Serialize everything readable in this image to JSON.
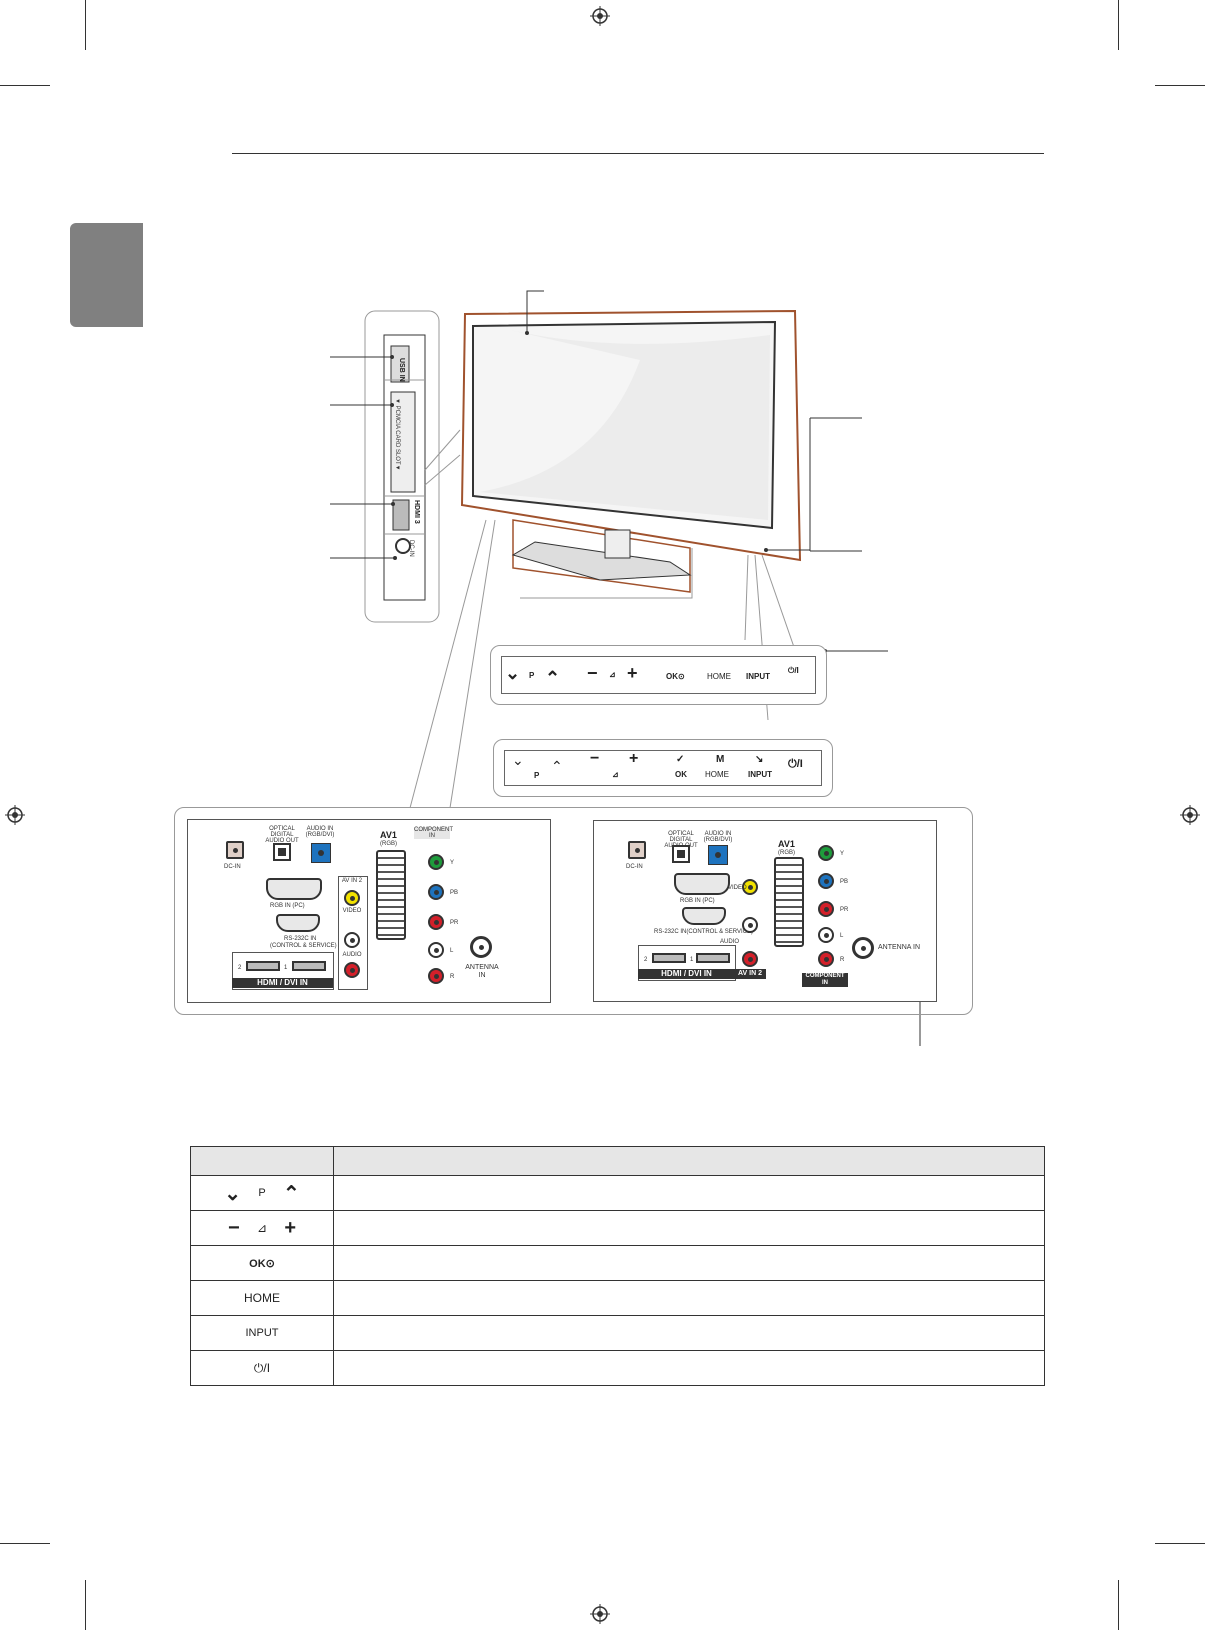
{
  "side_panel": {
    "usb_label": "USB IN",
    "pcmcia_label": "▼ PCMCIA CARD SLOT▼",
    "hdmi_label": "HDMI 3",
    "dcin_label": "DC-IN"
  },
  "button_panel_a": {
    "p_label": "P",
    "ok_label": "OK⊙",
    "home_label": "HOME",
    "input_label": "INPUT",
    "power_label": "⏻/I"
  },
  "button_panel_b": {
    "p_label": "P",
    "ok_label": "OK",
    "home_label": "HOME",
    "input_label": "INPUT",
    "power_label": "⏻/I"
  },
  "rear_left": {
    "dcin": "DC-IN",
    "optical": "OPTICAL DIGITAL AUDIO OUT",
    "audio_in": "AUDIO IN (RGB/DVI)",
    "av1": "AV1",
    "av1_sub": "(RGB)",
    "component": "COMPONENT IN",
    "rgb_in": "RGB IN (PC)",
    "rs232": "RS-232C IN",
    "rs232_sub": "(CONTROL & SERVICE)",
    "av_in2": "AV IN 2",
    "video": "VIDEO",
    "audio": "AUDIO",
    "hdmi_2": "2",
    "hdmi_1": "1",
    "hdmi_dvi": "HDMI / DVI IN",
    "antenna": "ANTENNA IN",
    "y": "Y",
    "pb": "PB",
    "pr": "PR",
    "l": "L",
    "r": "R"
  },
  "rear_right": {
    "dcin": "DC-IN",
    "optical": "OPTICAL DIGITAL AUDIO OUT",
    "audio_in": "AUDIO IN (RGB/DVI)",
    "av1": "AV1",
    "av1_sub": "(RGB)",
    "rgb_in": "RGB IN (PC)",
    "rs232": "RS-232C IN(CONTROL & SERVICE)",
    "hdmi_2": "2",
    "hdmi_1": "1",
    "hdmi_dvi": "HDMI / DVI IN",
    "av_in2": "AV IN 2",
    "video": "VIDEO",
    "audio": "AUDIO",
    "component": "COMPONENT IN",
    "antenna": "ANTENNA IN",
    "y": "Y",
    "pb": "PB",
    "pr": "PR",
    "l": "L",
    "r": "R"
  },
  "function_table": {
    "header_col1": "",
    "header_col2": "",
    "rows": [
      {
        "label": "P",
        "desc": ""
      },
      {
        "label": "⊿",
        "desc": ""
      },
      {
        "label": "OK⊙",
        "desc": ""
      },
      {
        "label": "HOME",
        "desc": ""
      },
      {
        "label": "INPUT",
        "desc": ""
      },
      {
        "label": "⏻/I",
        "desc": ""
      }
    ]
  },
  "colors": {
    "side_tab": "#808080",
    "tv_outline": "#a0522d",
    "jack_yellow": "#f2e200",
    "jack_blue": "#1e73be",
    "jack_green": "#1e9c3c",
    "jack_red": "#d4202a",
    "table_header": "#e6e6e6"
  }
}
